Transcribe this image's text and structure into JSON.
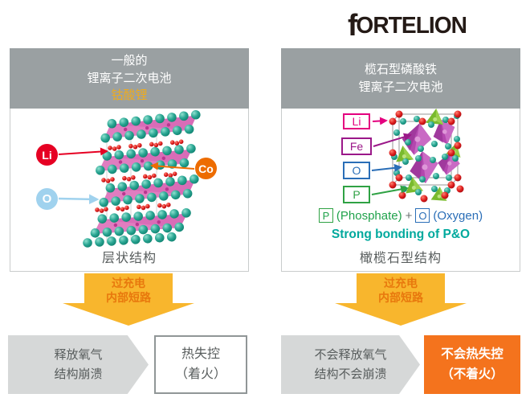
{
  "logo": {
    "f": "f",
    "rest": "ORTELION"
  },
  "left_panel": {
    "header": {
      "line1": "一般的",
      "line2": "锂离子二次电池",
      "line3": "钴酸锂"
    },
    "atom_labels": {
      "li": "Li",
      "co": "Co",
      "o": "O"
    },
    "caption": "层状结构"
  },
  "right_panel": {
    "header": {
      "line1": "榄石型磷酸铁",
      "line2": "锂离子二次电池"
    },
    "atom_labels": {
      "li": "Li",
      "fe": "Fe",
      "o": "O",
      "p": "P"
    },
    "formula": {
      "p_symbol": "P",
      "p_label": "(Phosphate)",
      "plus": "+",
      "o_symbol": "O",
      "o_label": "(Oxygen)"
    },
    "bonding_note": "Strong bonding of P&O",
    "caption": "橄榄石型结构"
  },
  "process_arrows": {
    "left": {
      "line1": "过充电",
      "line2": "内部短路"
    },
    "right": {
      "line1": "过充电",
      "line2": "内部短路"
    }
  },
  "outcomes": {
    "left_cause": {
      "line1": "释放氧气",
      "line2": "结构崩溃"
    },
    "left_result": {
      "line1": "热失控",
      "line2": "（着火）"
    },
    "right_cause": {
      "line1": "不会释放氧气",
      "line2": "结构不会崩溃"
    },
    "right_result": {
      "line1": "不会热失控",
      "line2": "（不着火）"
    }
  },
  "colors": {
    "header_bg": "#9aa0a2",
    "cobalt_yellow": "#eeab1e",
    "arrow_yellow": "#f8b62d",
    "arrow_text_orange": "#e8780d",
    "result_orange": "#f4731d",
    "li_red": "#e60023",
    "co_orange": "#ed6c00",
    "o_light_blue": "#a0d2ee",
    "li_pink": "#e4007f",
    "fe_purple": "#9b1889",
    "o_blue": "#2a6eb7",
    "p_green": "#2fa244",
    "bonding_teal": "#00a99d"
  }
}
